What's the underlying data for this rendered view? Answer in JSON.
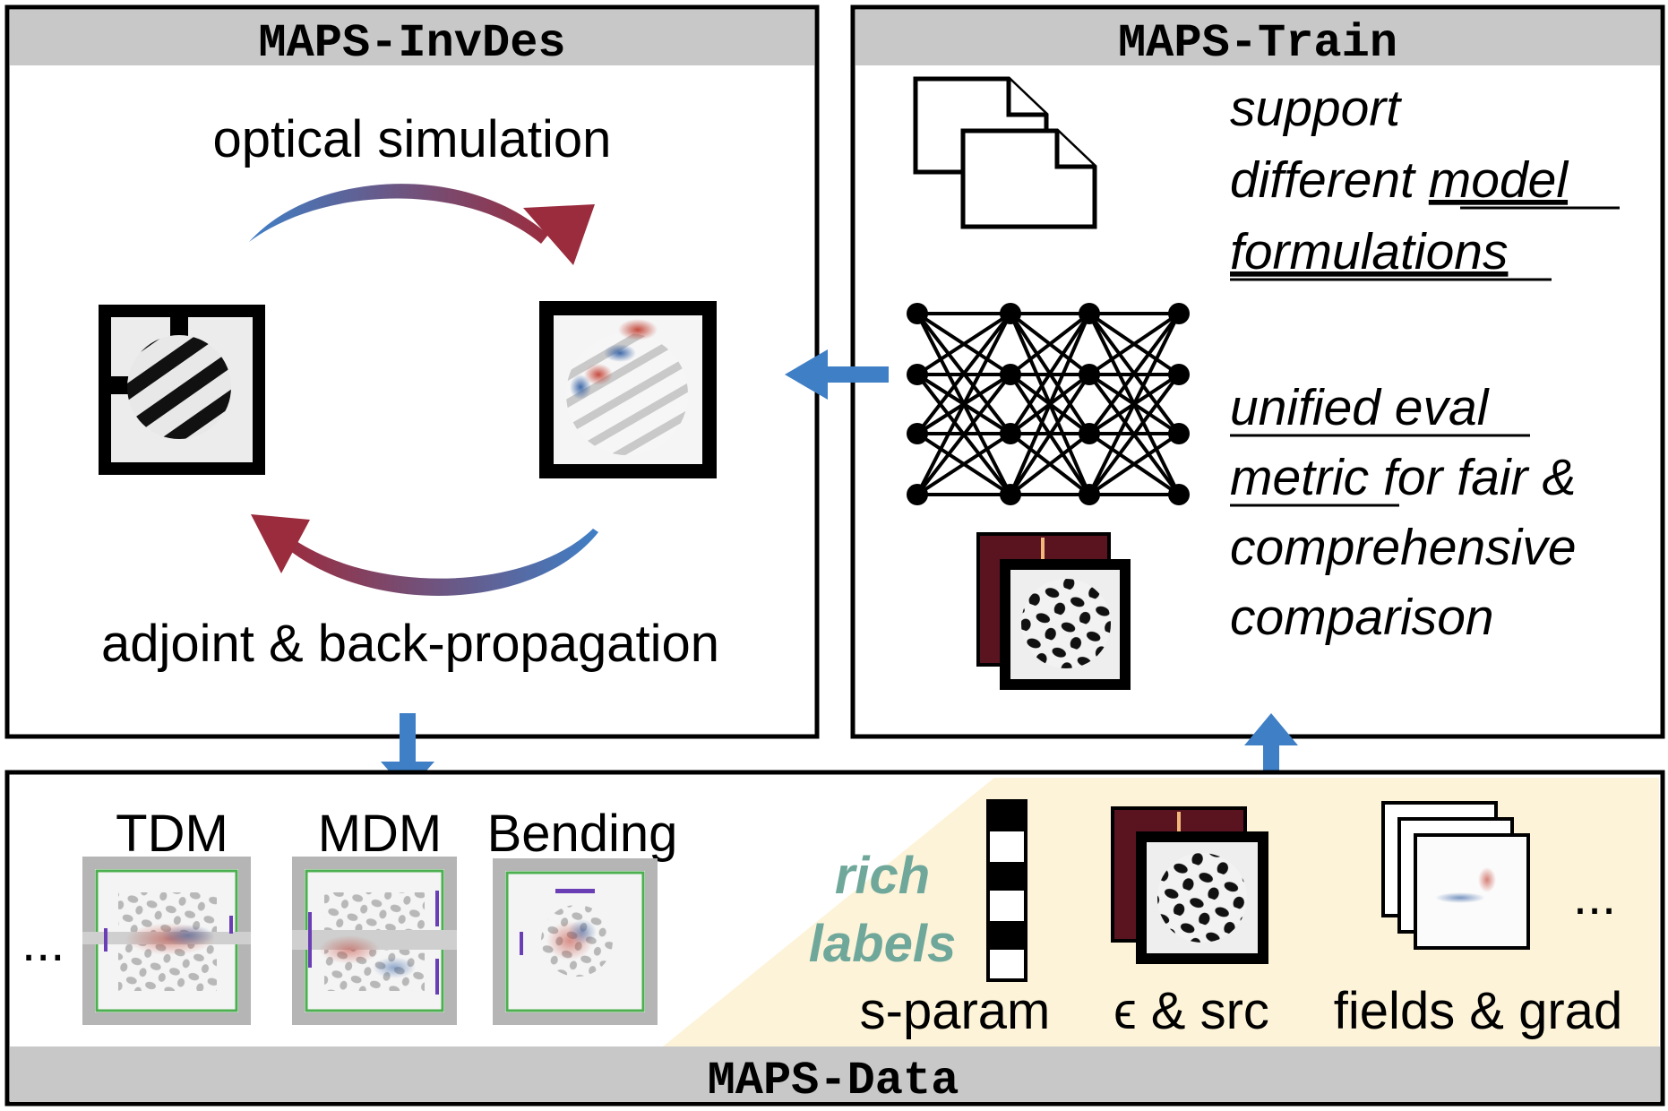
{
  "panels": {
    "invdes": {
      "title": "MAPS-InvDes",
      "top_caption": "optical simulation",
      "bottom_caption": "adjoint & back-propagation"
    },
    "train": {
      "title": "MAPS-Train",
      "support": {
        "line1": "support",
        "line2_plain": "different ",
        "line2_underlined": "model",
        "line3_underlined": "formulations"
      },
      "metric": {
        "line1_underlined": "unified eval",
        "line2_underlined": "metric ",
        "line2_plain": "for fair &",
        "line3": "comprehensive",
        "line4": "comparison"
      }
    },
    "data": {
      "title": "MAPS-Data",
      "leading_ellipsis": "...",
      "devices": [
        "TDM",
        "MDM",
        "Bending"
      ],
      "rich_labels": {
        "line1": "rich",
        "line2": "labels"
      },
      "label_items": [
        "s-param",
        "ϵ & src",
        "fields & grad"
      ],
      "trailing_ellipsis": "..."
    }
  },
  "colors": {
    "title_bar": "#c8c8c8",
    "arrow_blue": "#3f7fc6",
    "gradient_blue": "#3f7fc6",
    "gradient_red": "#9a2c3e",
    "highlight": "#fdf3d8",
    "teal": "#6fa89b",
    "dark_red": "#5a1420"
  },
  "icons": [
    "document-stack-icon",
    "neural-network-icon",
    "permittivity-source-icon",
    "s-param-icon",
    "fields-grad-icon"
  ]
}
